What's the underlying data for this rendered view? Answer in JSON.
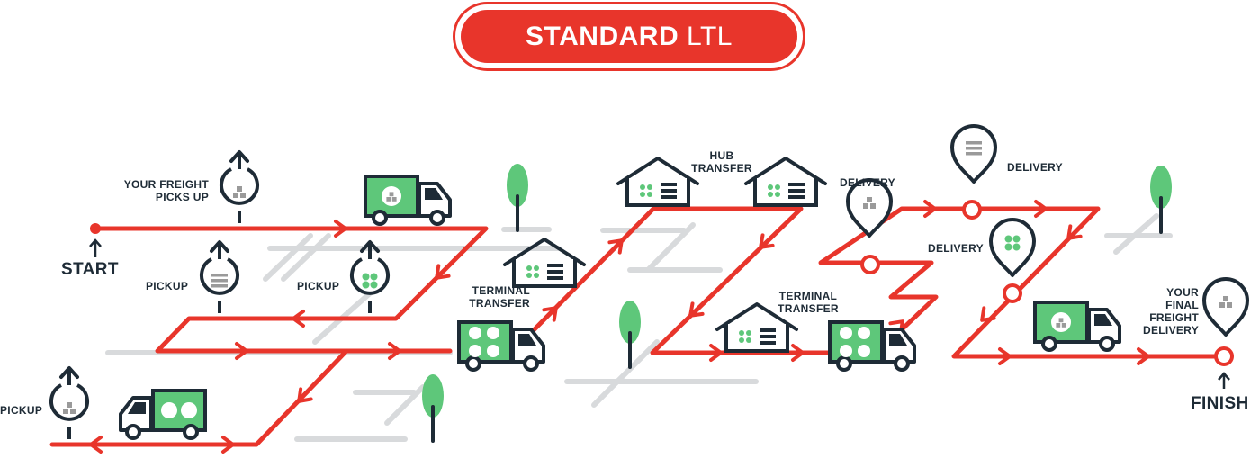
{
  "header": {
    "title_bold": "STANDARD",
    "title_light": "LTL"
  },
  "labels": {
    "your_freight_picks_up_1": "YOUR FREIGHT",
    "your_freight_picks_up_2": "PICKS UP",
    "start": "START",
    "pickup_a": "PICKUP",
    "pickup_b": "PICKUP",
    "pickup_c": "PICKUP",
    "terminal_transfer_1_a": "TERMINAL",
    "terminal_transfer_1_b": "TRANSFER",
    "hub_transfer_a": "HUB",
    "hub_transfer_b": "TRANSFER",
    "terminal_transfer_2_a": "TERMINAL",
    "terminal_transfer_2_b": "TRANSFER",
    "delivery_a": "DELIVERY",
    "delivery_b": "DELIVERY",
    "delivery_c": "DELIVERY",
    "your_final_1": "YOUR",
    "your_final_2": "FINAL",
    "your_final_3": "FREIGHT",
    "your_final_4": "DELIVERY",
    "finish": "FINISH"
  },
  "colors": {
    "route": "#e8352b",
    "outline": "#1e2b36",
    "cargo_green": "#5ec77a",
    "road_gray": "#d8dadc",
    "box_gray": "#9a9a9a"
  },
  "icons": [
    "pickup-pin-icon",
    "truck-icon",
    "warehouse-icon",
    "delivery-pin-icon",
    "tree-icon",
    "start-dot-icon",
    "finish-ring-icon"
  ]
}
